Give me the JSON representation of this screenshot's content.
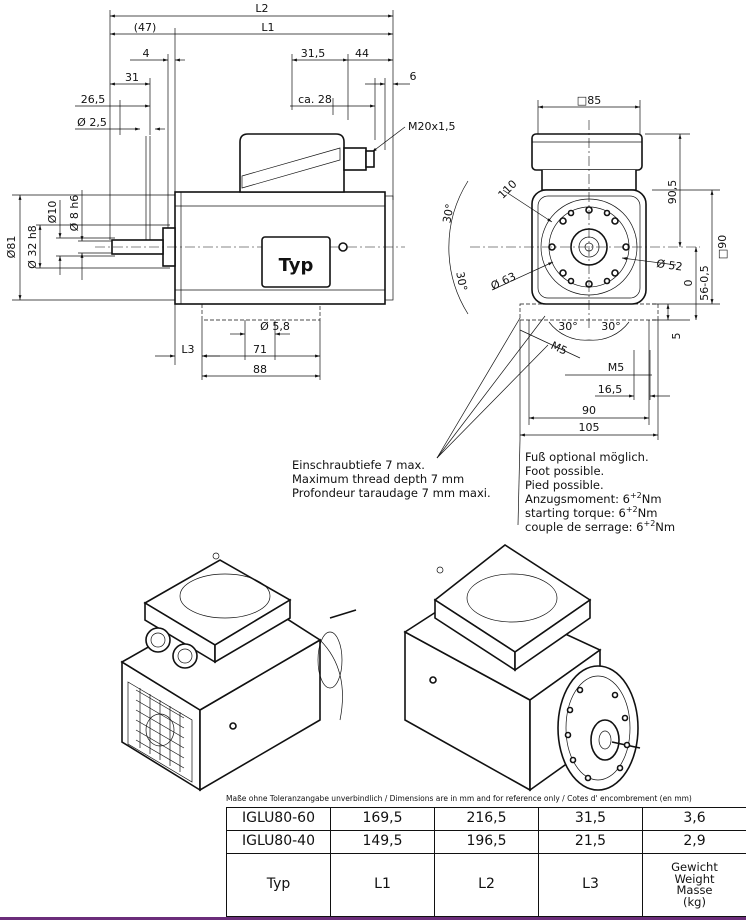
{
  "side_view": {
    "dims": {
      "L2": "L2",
      "p47": "(47)",
      "L1": "L1",
      "d4": "4",
      "d31": "31",
      "d26_5": "26,5",
      "d2_5": "Ø 2,5",
      "d31_5": "31,5",
      "d44": "44",
      "d6": "6",
      "ca28": "ca. 28",
      "m20": "M20x1,5",
      "d81": "Ø81",
      "d32": "Ø 32 h8",
      "d10": "Ø10",
      "d8": "Ø 8 h6",
      "d5_8": "Ø 5,8",
      "L3": "L3",
      "d71": "71",
      "d88": "88"
    },
    "type_label": "Typ"
  },
  "front_view": {
    "dims": {
      "sq85": "□85",
      "d90_5": "90,5",
      "sq90": "□90",
      "d56": "56-0,5",
      "d0": "0",
      "d5": "5",
      "d110": "110",
      "a30_1": "30°",
      "a30_2": "30°",
      "d63": "Ø 63",
      "d52": "Ø 52",
      "a30_3": "30°",
      "a30_4": "30°",
      "m5_left": "M5",
      "m5_right": "M5",
      "d16_5": "16,5",
      "d90": "90",
      "d105": "105"
    }
  },
  "notes": {
    "thread": [
      "Einschraubtiefe 7 max.",
      "Maximum thread depth 7 mm",
      "Profondeur taraudage 7 mm maxi."
    ],
    "foot": [
      "Fuß optional möglich.",
      "Foot possible.",
      "Pied possible."
    ],
    "torque": [
      {
        "text": "Anzugsmoment: 6",
        "sup": "+2",
        "unit": "Nm"
      },
      {
        "text": "starting torque: 6",
        "sup": "+2",
        "unit": "Nm"
      },
      {
        "text": "couple de serrage: 6",
        "sup": "+2",
        "unit": "Nm"
      }
    ]
  },
  "disclaimer": "Maße ohne Toleranzangabe unverbindlich / Dimensions are in mm and for reference only / Cotes d' encombrement (en mm)",
  "table": {
    "rows": [
      [
        "IGLU80-60",
        "169,5",
        "216,5",
        "31,5",
        "3,6"
      ],
      [
        "IGLU80-40",
        "149,5",
        "196,5",
        "21,5",
        "2,9"
      ]
    ],
    "header": {
      "typ": "Typ",
      "l1": "L1",
      "l2": "L2",
      "l3": "L3",
      "weight": [
        "Gewicht",
        "Weight",
        "Masse",
        "(kg)"
      ]
    }
  }
}
